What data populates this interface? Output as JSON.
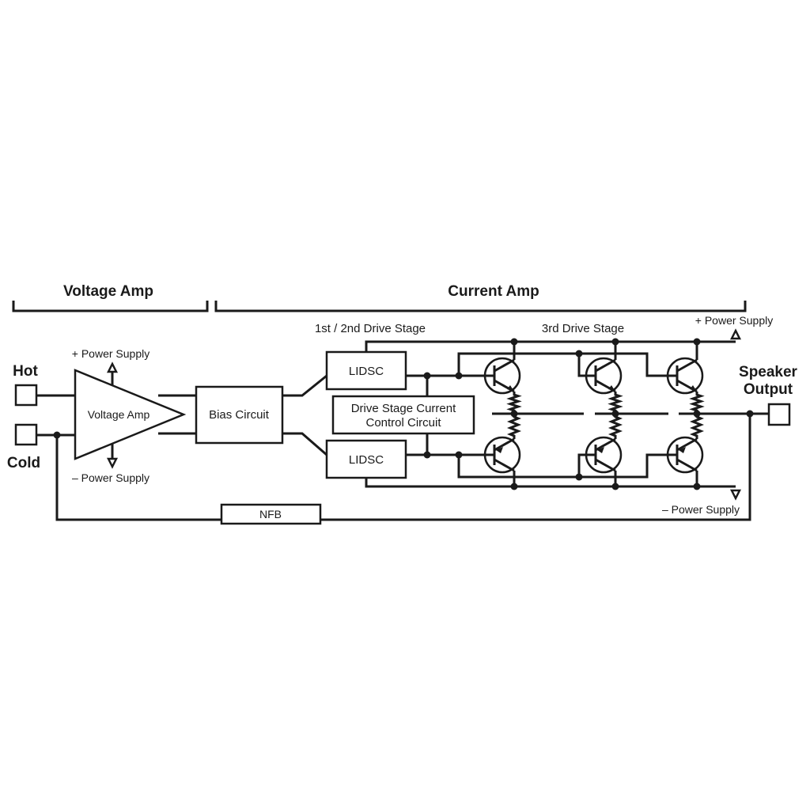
{
  "sections": {
    "voltage_amp": "Voltage Amp",
    "current_amp": "Current Amp"
  },
  "stage_labels": {
    "drive_12": "1st / 2nd Drive Stage",
    "drive_3": "3rd Drive Stage"
  },
  "terminals": {
    "hot": "Hot",
    "cold": "Cold",
    "speaker_1": "Speaker",
    "speaker_2": "Output"
  },
  "blocks": {
    "voltage_amp": "Voltage Amp",
    "bias": "Bias Circuit",
    "lidsc_top": "LIDSC",
    "lidsc_bottom": "LIDSC",
    "dscc_1": "Drive Stage Current",
    "dscc_2": "Control Circuit",
    "nfb": "NFB"
  },
  "supplies": {
    "va_plus": "+ Power Supply",
    "va_minus": "– Power Supply",
    "ca_plus": "+ Power Supply",
    "ca_minus": "– Power Supply"
  },
  "color": "#1a1a1a"
}
